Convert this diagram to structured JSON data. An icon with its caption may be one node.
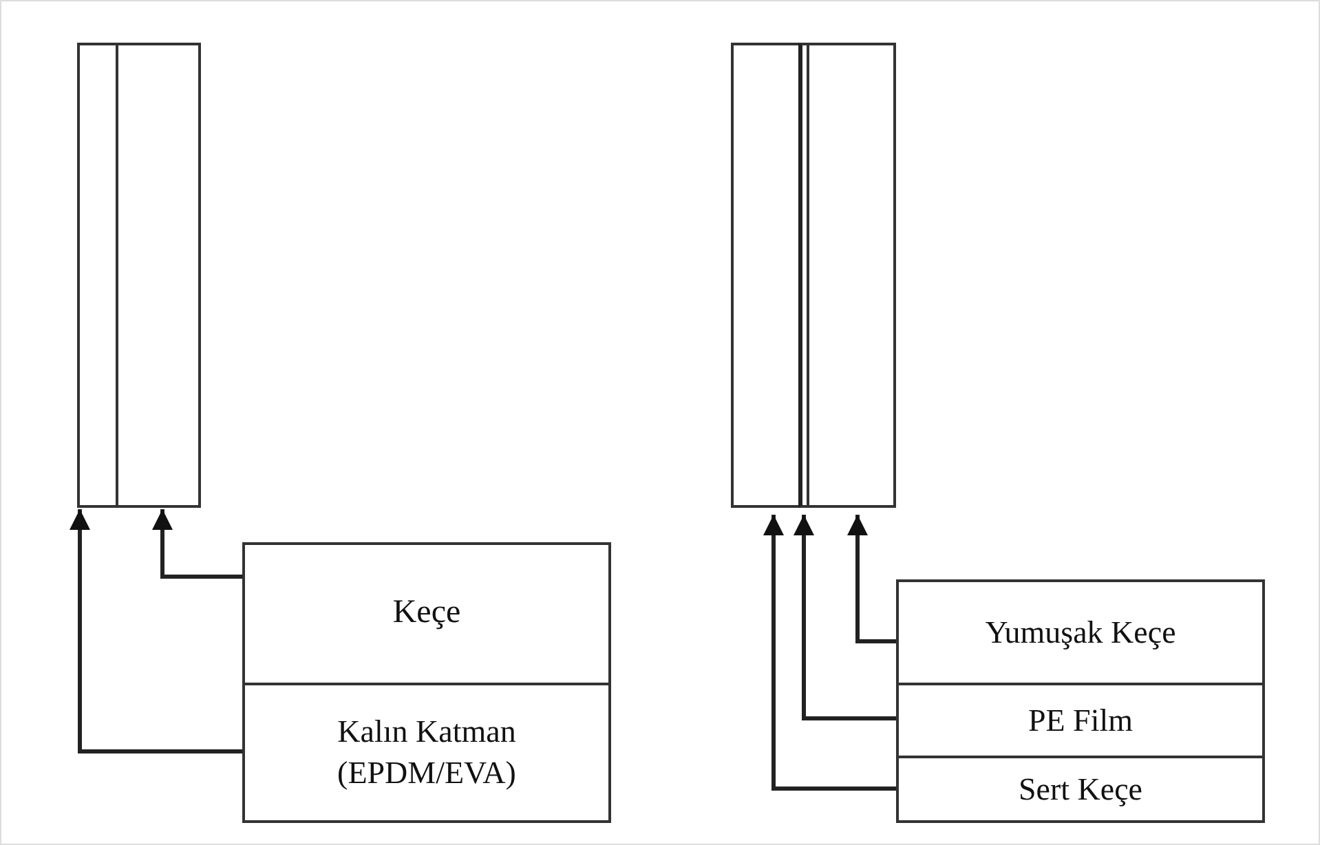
{
  "diagram": {
    "nodes": [
      {
        "text": [],
        "shape": "bar"
      },
      {
        "text": [],
        "shape": "bar"
      },
      {
        "text": [
          "Keçe"
        ]
      },
      {
        "text": [
          "Kalın Katman (EPDM/EVA)"
        ]
      },
      {
        "text": [],
        "shape": "bar"
      },
      {
        "text": [],
        "shape": "bar"
      },
      {
        "text": [],
        "shape": "bar"
      },
      {
        "text": [
          "Yumuşak Keçe"
        ]
      },
      {
        "text": [
          "PE Film"
        ]
      },
      {
        "text": [
          "Sert Keçe"
        ]
      }
    ],
    "edges": [
      {
        "from": 3,
        "to": 0,
        "arrow": "to"
      },
      {
        "from": 2,
        "to": 1,
        "arrow": "to"
      },
      {
        "from": 9,
        "to": 4,
        "arrow": "to"
      },
      {
        "from": 8,
        "to": 5,
        "arrow": "to"
      },
      {
        "from": 7,
        "to": 6,
        "arrow": "to"
      }
    ]
  }
}
